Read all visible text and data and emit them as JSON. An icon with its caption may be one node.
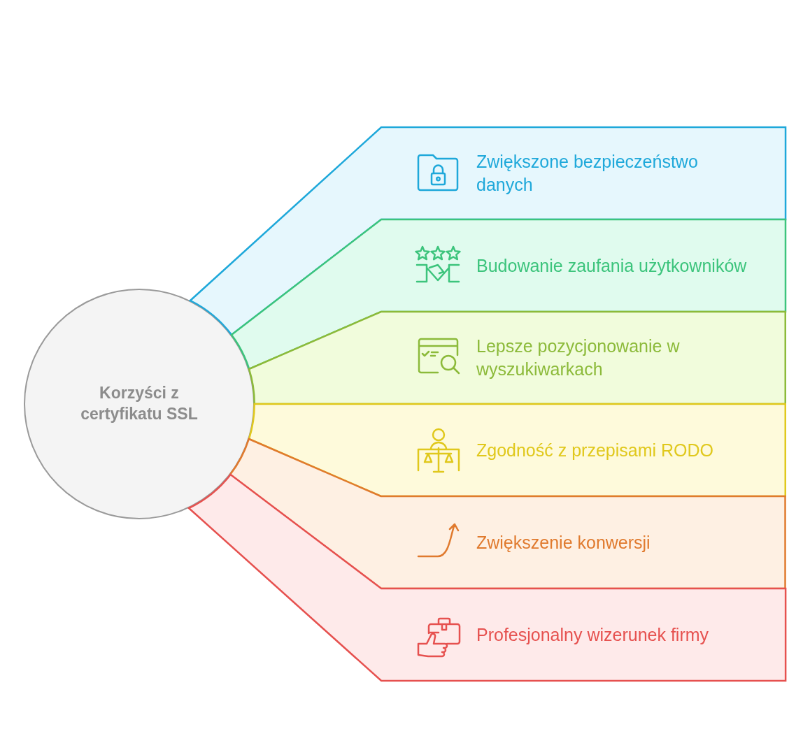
{
  "diagram": {
    "nodes": [
      {
        "text": [
          "Korzyści z certyfikatu SSL"
        ]
      },
      {
        "text": [
          "Zwiększone bezpieczeństwo danych"
        ]
      },
      {
        "text": [
          "Budowanie zaufania użytkowników"
        ]
      },
      {
        "text": [
          "Lepsze pozycjonowanie w wyszukiwarkach"
        ]
      },
      {
        "text": [
          "Zgodność z przepisami RODO"
        ]
      },
      {
        "text": [
          "Zwiększenie konwersji"
        ]
      },
      {
        "text": [
          "Profesjonalny wizerunek firmy"
        ]
      }
    ]
  }
}
